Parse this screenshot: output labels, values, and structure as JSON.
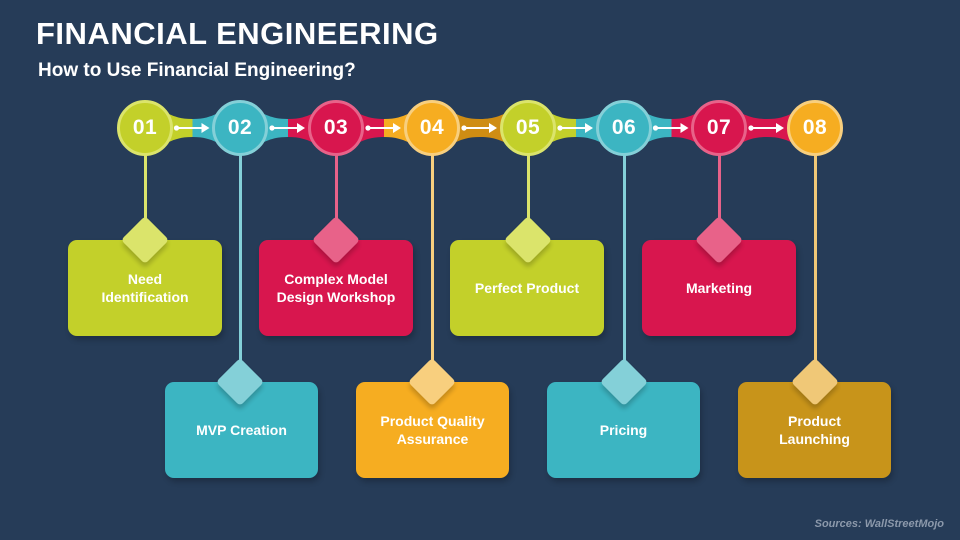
{
  "slide": {
    "title": "FINANCIAL ENGINEERING",
    "subtitle": "How to Use Financial Engineering?",
    "source": "Sources: WallStreetMojo",
    "background_color": "#263c58"
  },
  "colors": {
    "green": "#c3d02a",
    "green_light": "#dbe46b",
    "teal": "#3cb5c2",
    "teal_light": "#84d0d8",
    "crimson": "#d8164e",
    "crimson_light": "#e86289",
    "amber": "#f6ad21",
    "amber_light": "#f8cf7e",
    "gold_dark": "#c8941a",
    "gold_dark_light": "#f0c877",
    "band_4_5": "#cf8d13",
    "text_white": "#ffffff",
    "source_text": "#8c99ab"
  },
  "steps": [
    {
      "number": "01",
      "label": "Need\nIdentification",
      "circle_color": "#c3d02a",
      "ring_color": "#dbe46b",
      "card_color": "#c3d02a",
      "diamond_color": "#dbe46b",
      "row": "top"
    },
    {
      "number": "02",
      "label": "MVP Creation",
      "circle_color": "#3cb5c2",
      "ring_color": "#84d0d8",
      "card_color": "#3cb5c2",
      "diamond_color": "#84d0d8",
      "row": "bottom"
    },
    {
      "number": "03",
      "label": "Complex Model\nDesign Workshop",
      "circle_color": "#d8164e",
      "ring_color": "#e86289",
      "card_color": "#d8164e",
      "diamond_color": "#e86289",
      "row": "top"
    },
    {
      "number": "04",
      "label": "Product Quality\nAssurance",
      "circle_color": "#f6ad21",
      "ring_color": "#f8cf7e",
      "card_color": "#f6ad21",
      "diamond_color": "#f8cf7e",
      "row": "bottom"
    },
    {
      "number": "05",
      "label": "Perfect Product",
      "circle_color": "#c3d02a",
      "ring_color": "#dbe46b",
      "card_color": "#c3d02a",
      "diamond_color": "#dbe46b",
      "row": "top"
    },
    {
      "number": "06",
      "label": "Pricing",
      "circle_color": "#3cb5c2",
      "ring_color": "#84d0d8",
      "card_color": "#3cb5c2",
      "diamond_color": "#84d0d8",
      "row": "bottom"
    },
    {
      "number": "07",
      "label": "Marketing",
      "circle_color": "#d8164e",
      "ring_color": "#e86289",
      "card_color": "#d8164e",
      "diamond_color": "#e86289",
      "row": "top"
    },
    {
      "number": "08",
      "label": "Product\nLaunching",
      "circle_color": "#f6ad21",
      "ring_color": "#f8cf7e",
      "card_color": "#c8941a",
      "diamond_color": "#f0c877",
      "row": "bottom"
    }
  ],
  "connectors": [
    {
      "from": "01",
      "to": "02",
      "left_color": "#c3d02a",
      "right_color": "#3cb5c2"
    },
    {
      "from": "02",
      "to": "03",
      "left_color": "#3cb5c2",
      "right_color": "#d8164e"
    },
    {
      "from": "03",
      "to": "04",
      "left_color": "#d8164e",
      "right_color": "#f6ad21"
    },
    {
      "from": "04",
      "to": "05",
      "left_color": "#cf8d13",
      "right_color": "#cf8d13"
    },
    {
      "from": "05",
      "to": "06",
      "left_color": "#c3d02a",
      "right_color": "#3cb5c2"
    },
    {
      "from": "06",
      "to": "07",
      "left_color": "#3cb5c2",
      "right_color": "#d8164e"
    },
    {
      "from": "07",
      "to": "08",
      "left_color": "#d8164e",
      "right_color": "#d8164e"
    }
  ]
}
